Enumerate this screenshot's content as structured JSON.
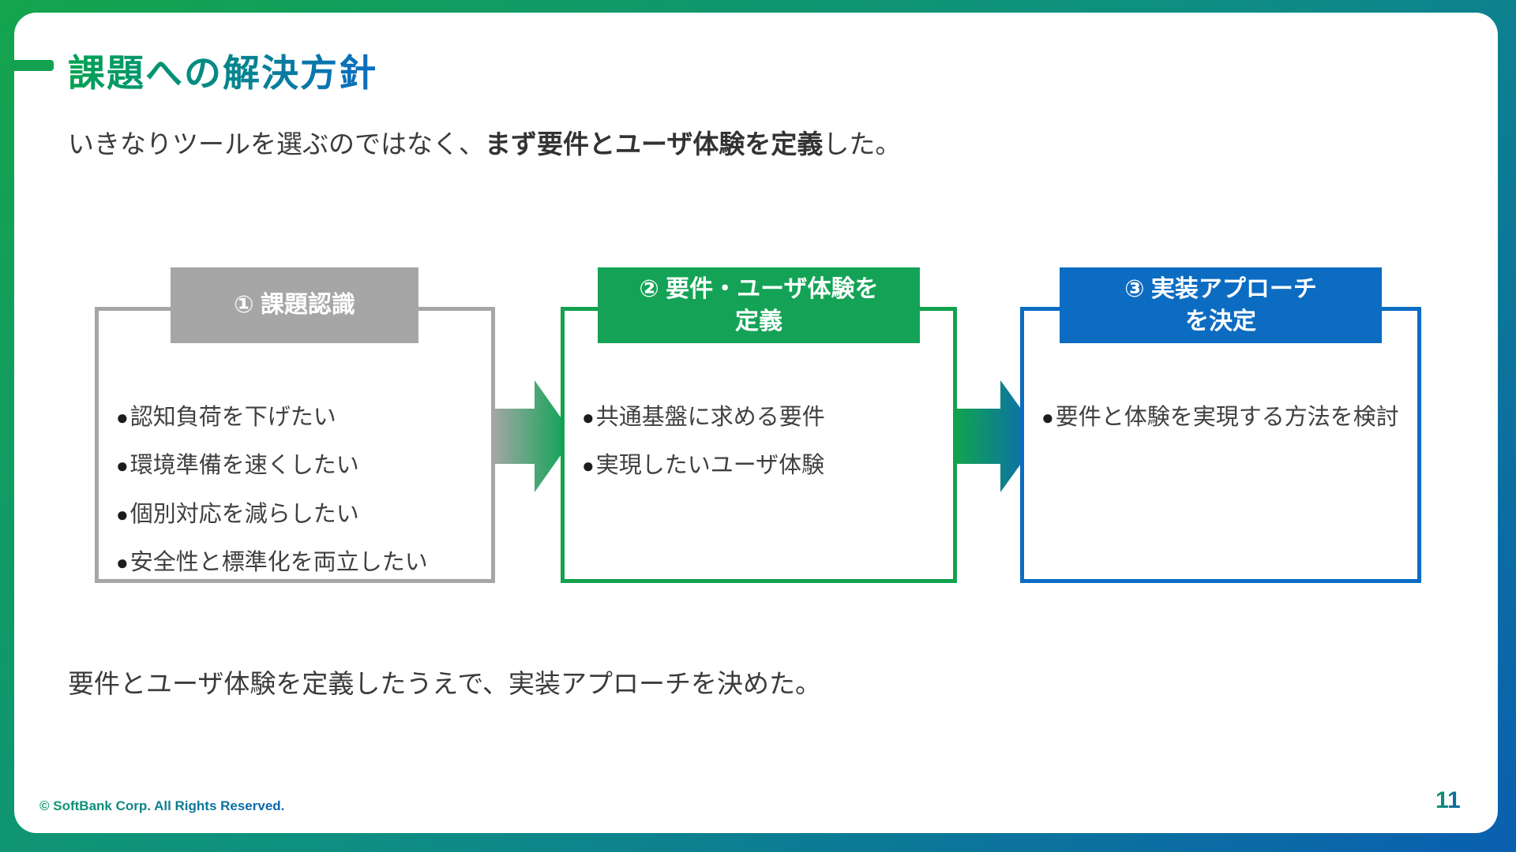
{
  "slide": {
    "title": "課題への解決方針",
    "subtitle": {
      "prefix": "いきなりツールを選ぶのではなく、",
      "bold": "まず要件とユーザ体験を定義",
      "suffix": "した。"
    },
    "conclusion": "要件とユーザ体験を定義したうえで、実装アプローチを決めた。",
    "footer": {
      "copyright": "© SoftBank Corp. All Rights Reserved.",
      "page_number": "11"
    }
  },
  "glyphs": {
    "bullet": "●"
  },
  "steps": [
    {
      "header_lines": [
        "① 課題認識"
      ],
      "bullets": [
        "認知負荷を下げたい",
        "環境準備を速くしたい",
        "個別対応を減らしたい",
        "安全性と標準化を両立したい"
      ],
      "accent": "#a6a6a6"
    },
    {
      "header_lines": [
        "② 要件・ユーザ体験を",
        "定義"
      ],
      "bullets": [
        "共通基盤に求める要件",
        "実現したいユーザ体験"
      ],
      "accent": "#14a356"
    },
    {
      "header_lines": [
        "③ 実装アプローチ",
        "を決定"
      ],
      "bullets": [
        "要件と体験を実現する方法を検討"
      ],
      "accent": "#0c6cc2"
    }
  ],
  "colors": {
    "frame_gradient_start": "#14a44c",
    "frame_gradient_end": "#0a5fb0",
    "brand_green": "#12a24e",
    "brand_blue": "#0b6cc2",
    "neutral_gray": "#a6a6a6",
    "body_text": "#3b3b3b"
  }
}
